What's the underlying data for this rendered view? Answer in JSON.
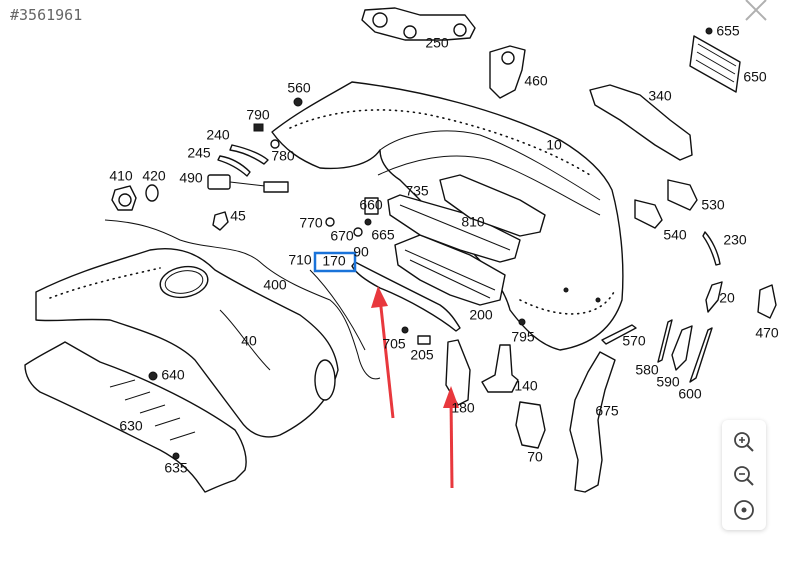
{
  "header": {
    "diagram_id": "#3561961"
  },
  "toolbar": {
    "close_icon": "close-icon",
    "zoom_in_icon": "zoom-in-icon",
    "zoom_out_icon": "zoom-out-icon",
    "reset_icon": "reset-view-icon"
  },
  "colors": {
    "highlight": "#1a73d9",
    "arrow": "#e8383d",
    "line": "#111111"
  },
  "diagram": {
    "selected_part": "170",
    "parts": [
      "10",
      "20",
      "40",
      "45",
      "70",
      "90",
      "140",
      "170",
      "180",
      "200",
      "205",
      "230",
      "240",
      "245",
      "250",
      "340",
      "400",
      "410",
      "420",
      "460",
      "470",
      "490",
      "530",
      "540",
      "560",
      "570",
      "580",
      "590",
      "600",
      "630",
      "635",
      "640",
      "650",
      "655",
      "660",
      "665",
      "670",
      "675",
      "705",
      "710",
      "735",
      "770",
      "780",
      "790",
      "795",
      "810"
    ]
  }
}
